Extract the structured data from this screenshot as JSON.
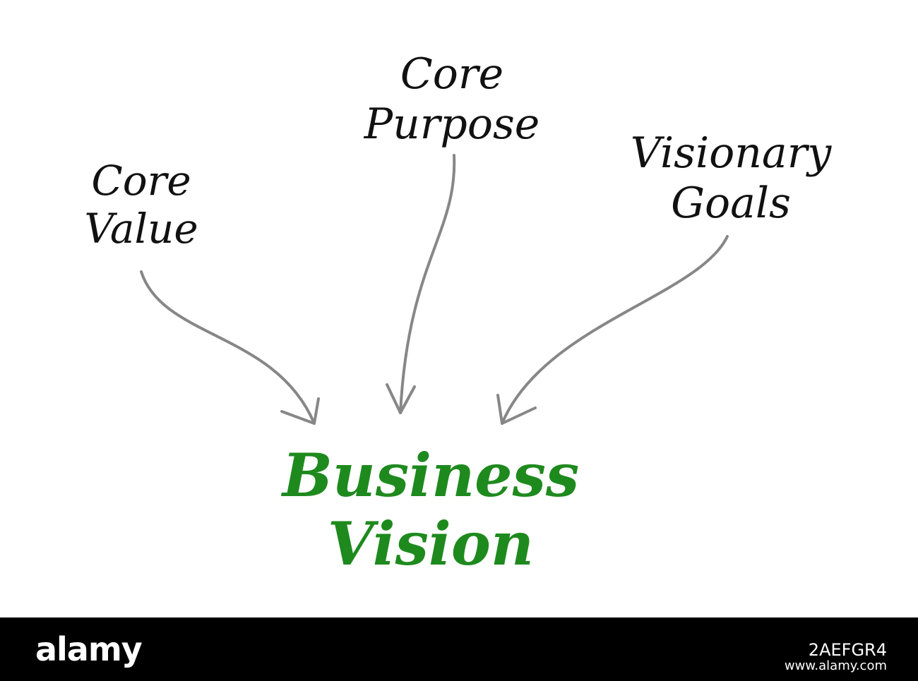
{
  "diagram": {
    "inputs": [
      {
        "lines": [
          "Core",
          "Value"
        ]
      },
      {
        "lines": [
          "Core",
          "Purpose"
        ]
      },
      {
        "lines": [
          "Visionary",
          "Goals"
        ]
      }
    ],
    "target": {
      "lines": [
        "Business",
        "Vision"
      ],
      "color": "#1e8a1e"
    },
    "arrow_color": "#878787"
  },
  "footer": {
    "brand": "alamy",
    "image_id": "2AEFGR4",
    "url": "www.alamy.com"
  }
}
